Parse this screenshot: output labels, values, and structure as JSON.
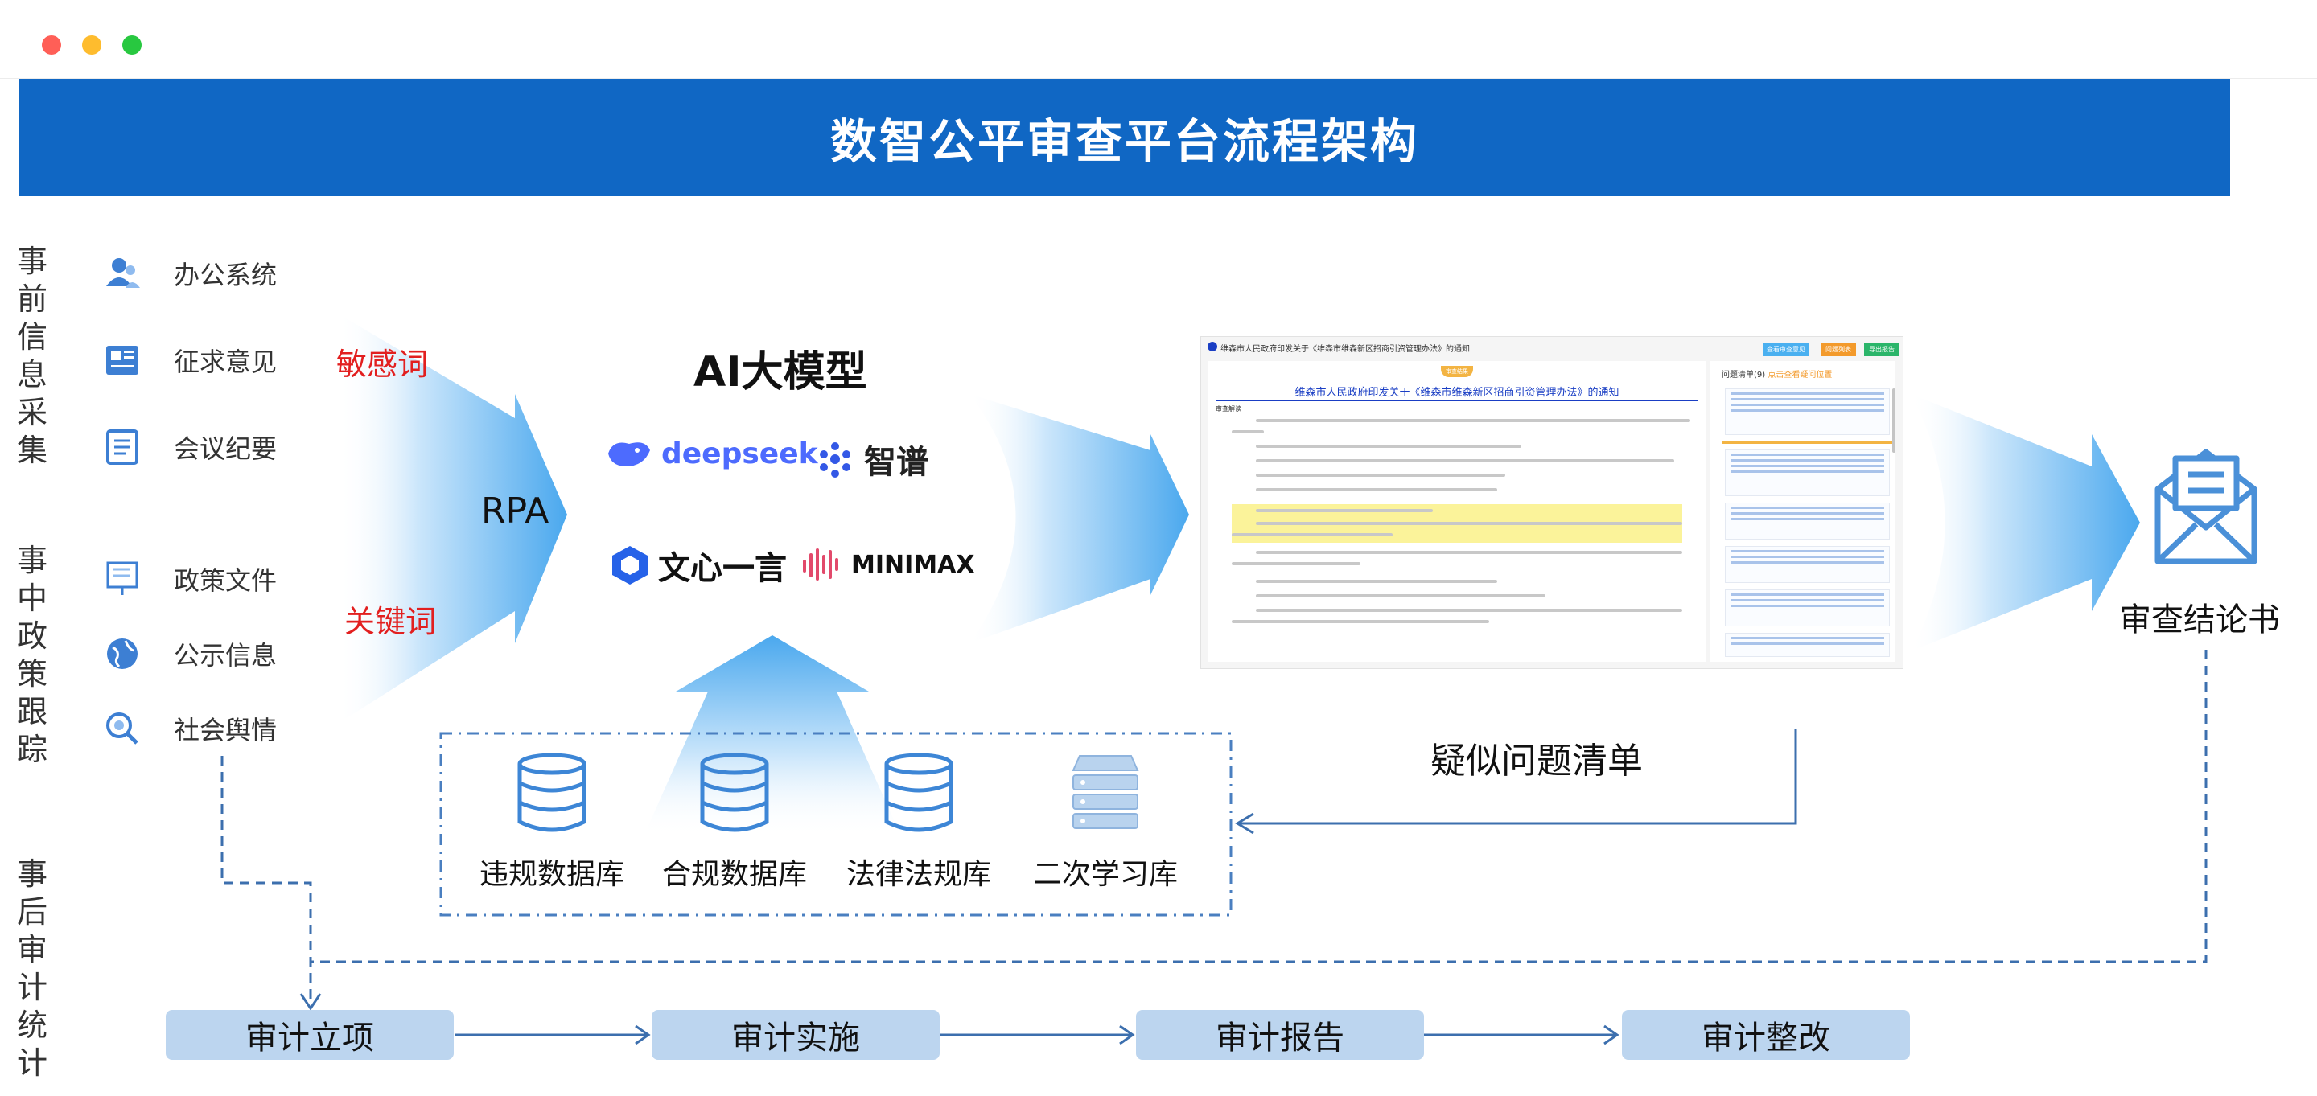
{
  "window": {
    "controls": {
      "close_color": "#ff5f57",
      "minimize_color": "#febc2e",
      "maximize_color": "#28c840"
    }
  },
  "banner": {
    "title": "数智公平审查平台流程架构",
    "color": "#1067c4"
  },
  "phases": [
    {
      "label": "事前信息采集"
    },
    {
      "label": "事中政策跟踪"
    },
    {
      "label": "事后审计统计"
    }
  ],
  "sources": [
    {
      "label": "办公系统",
      "icon": "users-icon"
    },
    {
      "label": "征求意见",
      "icon": "newspaper-icon"
    },
    {
      "label": "会议纪要",
      "icon": "notebook-icon"
    },
    {
      "label": "政策文件",
      "icon": "presentation-icon"
    },
    {
      "label": "公示信息",
      "icon": "globe-icon"
    },
    {
      "label": "社会舆情",
      "icon": "magnifier-icon"
    }
  ],
  "filters": {
    "sensitive_words": "敏感词",
    "keywords": "关键词",
    "rpa": "RPA"
  },
  "ai": {
    "title": "AI大模型",
    "models": [
      {
        "name": "deepseek",
        "icon": "whale-icon"
      },
      {
        "name": "智谱",
        "icon": "dots-icon"
      },
      {
        "name": "文心一言",
        "icon": "cube-icon"
      },
      {
        "name": "MINIMAX",
        "icon": "wave-icon"
      }
    ]
  },
  "databases": [
    {
      "label": "违规数据库",
      "icon": "database-icon"
    },
    {
      "label": "合规数据库",
      "icon": "database-icon"
    },
    {
      "label": "法律法规库",
      "icon": "database-icon"
    },
    {
      "label": "二次学习库",
      "icon": "server-icon"
    }
  ],
  "doc_preview": {
    "window_title": "维森市人民政府印发关于《维森市维森新区招商引资管理办法》的通知",
    "badge": "审查结果",
    "heading": "维森市人民政府印发关于《维森市维森新区招商引资管理办法》的通知",
    "section": "审查解读",
    "panel_title": "问题清单(9)",
    "panel_hint": "点击查看疑问位置",
    "toolbar": [
      "查看审查意见",
      "问题列表",
      "导出报告"
    ]
  },
  "suspect_list": "疑似问题清单",
  "result": "审查结论书",
  "audit_steps": [
    {
      "label": "审计立项"
    },
    {
      "label": "审计实施"
    },
    {
      "label": "审计报告"
    },
    {
      "label": "审计整改"
    }
  ],
  "colors": {
    "accent": "#1067c4",
    "arrow": "#7ec0f3",
    "flow_line": "#3c6fae",
    "audit_box": "#bcd5ef",
    "alert": "#e21f1f"
  }
}
